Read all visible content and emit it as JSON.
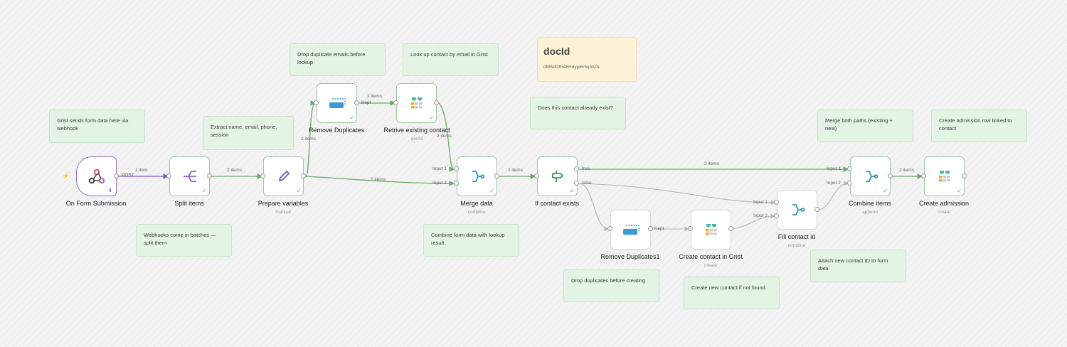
{
  "stickies": {
    "s1": "Grist sends form data here via webhook",
    "s2": "Webhooks come in batches — split them",
    "s3": "Extract name, email, phone, session",
    "s4": "Drop duplicate emails before lookup",
    "s5": "Look up contact by email in Grist",
    "s6": "Combine form data with lookup result",
    "s7": "Does this contact already exist?",
    "s8": "Drop duplicates before creating",
    "s9": "Create new contact if not found",
    "s10": "Attach new contact ID to form data",
    "s11": "Merge both paths (existing + new)",
    "s12": "Create admission row linked to contact",
    "doc_title": "docId",
    "doc_value": "dMSdGfn4FHdypi6r5q3K0L"
  },
  "nodes": {
    "form": {
      "label": "On Form Submission",
      "icon": "webhook-icon"
    },
    "split": {
      "label": "Split items",
      "icon": "split-icon"
    },
    "prepare": {
      "label": "Prepare variables",
      "sub": "manual",
      "icon": "pencil-icon"
    },
    "dedupe": {
      "label": "Remove Duplicates",
      "icon": "remove-duplicates-icon"
    },
    "retrieve": {
      "label": "Retrive existing contact",
      "sub": "getAll",
      "icon": "grist-icon"
    },
    "merge": {
      "label": "Merge data",
      "sub": "combine",
      "icon": "merge-icon"
    },
    "ifexists": {
      "label": "If contact exists",
      "icon": "if-signpost-icon"
    },
    "dedupe1": {
      "label": "Remove Duplicates1",
      "icon": "remove-duplicates-icon"
    },
    "create_contact": {
      "label": "Create contact in Grist",
      "sub": "create",
      "icon": "grist-icon"
    },
    "fill": {
      "label": "Fill contact id",
      "sub": "combine",
      "icon": "merge-icon"
    },
    "combine": {
      "label": "Combine items",
      "sub": "append",
      "icon": "merge-icon"
    },
    "admission": {
      "label": "Create admission",
      "sub": "create",
      "icon": "grist-icon"
    }
  },
  "edges": {
    "post": "POST",
    "one_item": "1 item",
    "two_items": "2 items",
    "kept": "Kept",
    "input1": "Input 1",
    "input2": "Input 2",
    "true": "true",
    "false": "false"
  },
  "colors": {
    "edge_green": "#6aa86d",
    "edge_gray": "#bdbdbd",
    "edge_purple": "#7b5cc4",
    "sticky_green": "#e3f4e4",
    "sticky_yellow": "#fdf2d6",
    "grist_teal": "#3dbda0",
    "grist_orange": "#f2a53c"
  }
}
